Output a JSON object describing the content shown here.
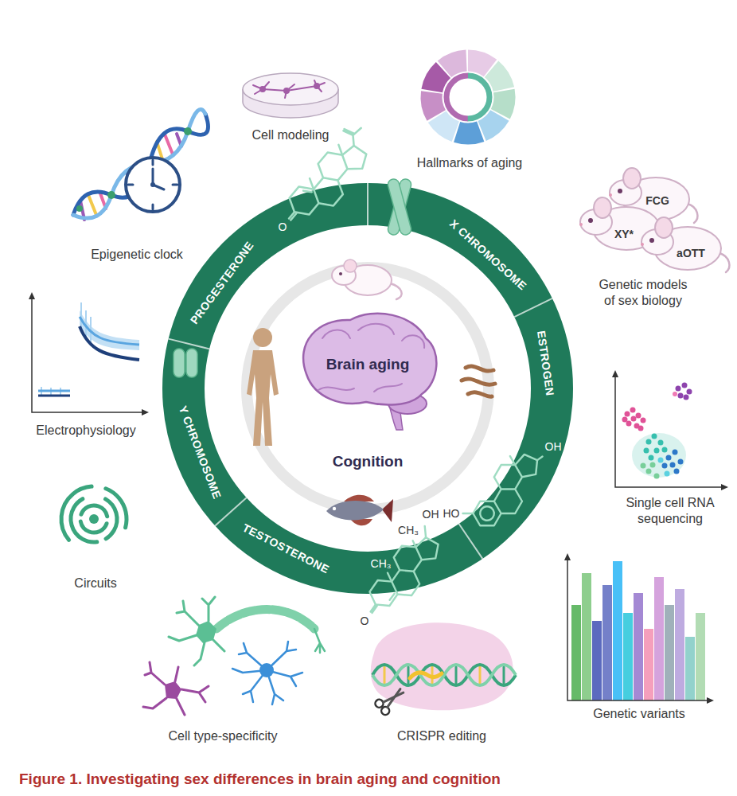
{
  "diagram": {
    "caption": "Figure 1. Investigating sex differences in brain aging and cognition",
    "nodes": [
      {
        "text": [
          "Brain aging",
          "Cognition"
        ]
      },
      {
        "text": [
          "PROGESTERONE"
        ]
      },
      {
        "text": [
          "X CHROMOSOME"
        ]
      },
      {
        "text": [
          "ESTROGEN"
        ]
      },
      {
        "text": [
          "TESTOSTERONE"
        ]
      },
      {
        "text": [
          "Y CHROMOSOME"
        ]
      }
    ],
    "labels": [
      "Cell modeling",
      "Hallmarks of aging",
      "Epigenetic clock",
      "FCG",
      "XY*",
      "aOTT",
      "Genetic models of sex biology",
      "Electrophysiology",
      "Single cell RNA sequencing",
      "Circuits",
      "Genetic variants",
      "Cell type-specificity",
      "CRISPR editing",
      "O",
      "OH",
      "HO",
      "CH₃",
      "CH₃",
      "OH",
      "O"
    ]
  }
}
